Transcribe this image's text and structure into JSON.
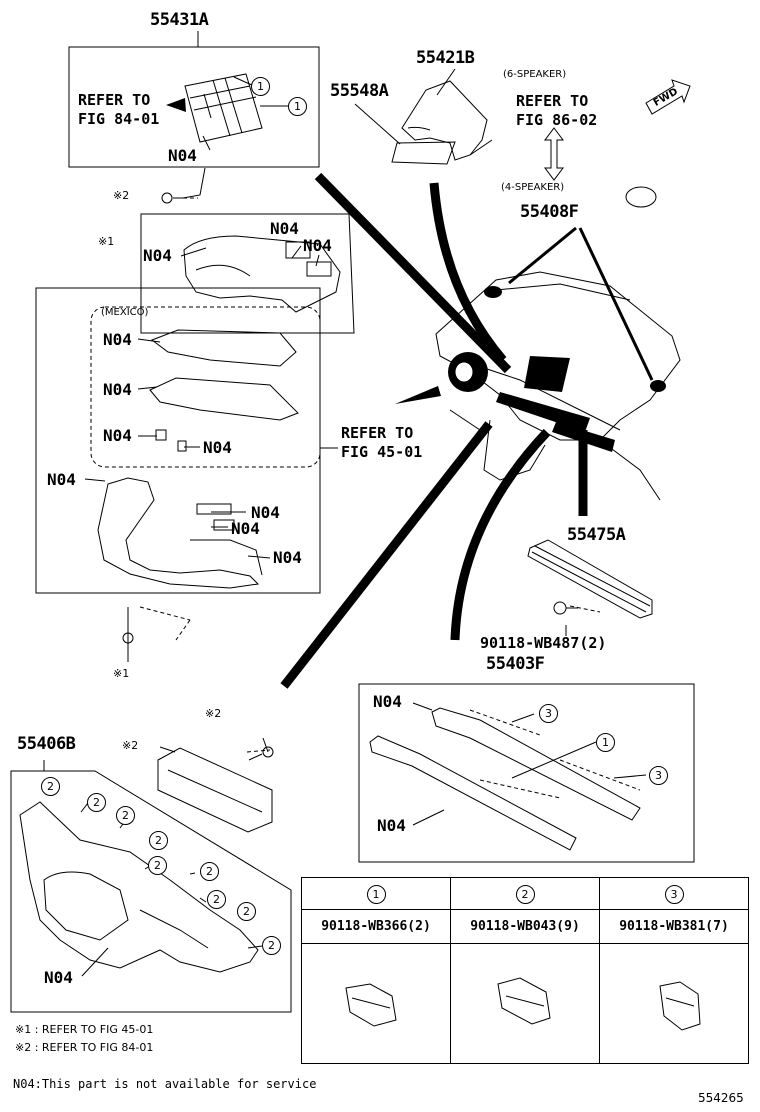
{
  "parts": {
    "p55431A": "55431A",
    "p55421B": "55421B",
    "p55548A": "55548A",
    "p55408F": "55408F",
    "p55475A": "55475A",
    "p55403F": "55403F",
    "p55406B": "55406B",
    "bolt_wb487": "90118-WB487(2)"
  },
  "refs": {
    "ref_84_l1": "REFER TO",
    "ref_84_l2": "FIG 84-01",
    "ref_86_l1": "REFER TO",
    "ref_86_l2": "FIG 86-02",
    "ref_45_l1": "REFER TO",
    "ref_45_l2": "FIG 45-01"
  },
  "variants": {
    "six_speaker": "(6-SPEAKER)",
    "four_speaker": "(4-SPEAKER)",
    "mexico": "(MEXICO)"
  },
  "n04": "N04",
  "marks": {
    "m1": "※1",
    "m2": "※2",
    "fwd": "FWD"
  },
  "circles": {
    "c1": "1",
    "c2": "2",
    "c3": "3"
  },
  "clip_table": {
    "headers": [
      "1",
      "2",
      "3"
    ],
    "parts": [
      "90118-WB366(2)",
      "90118-WB043(9)",
      "90118-WB381(7)"
    ]
  },
  "notes": {
    "note1": "※1 : REFER TO FIG 45-01",
    "note2": "※2 : REFER TO FIG 84-01",
    "n04_note": "N04:This part is not available for service"
  },
  "figure_number": "554265"
}
